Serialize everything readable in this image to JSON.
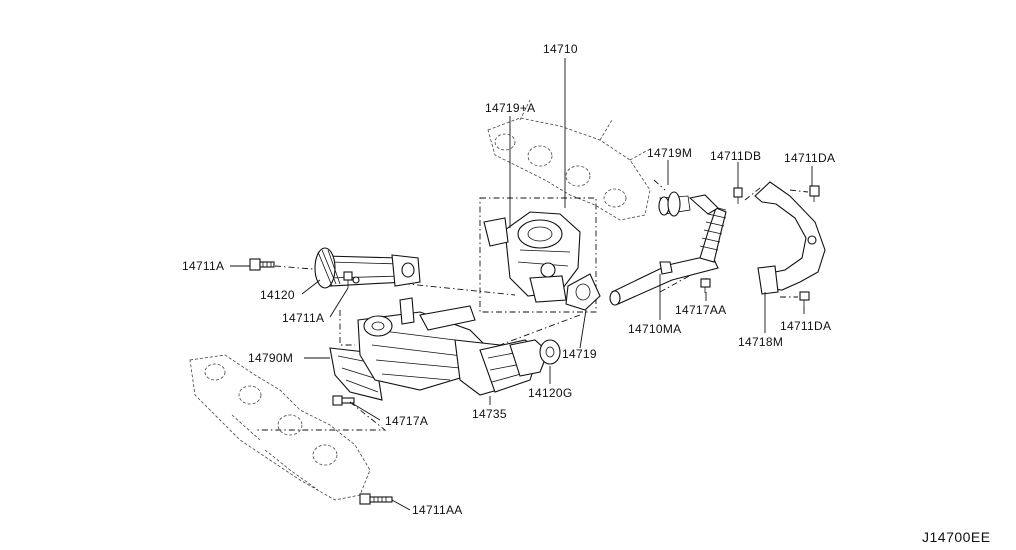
{
  "diagram_code": "J14700EE",
  "parts": {
    "p14710": "14710",
    "p14719A": "14719+A",
    "p14719M": "14719M",
    "p14711DB": "14711DB",
    "p14711DA_top": "14711DA",
    "p14711A_left": "14711A",
    "p14120": "14120",
    "p14711A_mid": "14711A",
    "p14790M": "14790M",
    "p14719": "14719",
    "p14717AA": "14717AA",
    "p14710MA": "14710MA",
    "p14711DA_bot": "14711DA",
    "p14718M": "14718M",
    "p14120G": "14120G",
    "p14735": "14735",
    "p14717A": "14717A",
    "p14711AA": "14711AA"
  }
}
